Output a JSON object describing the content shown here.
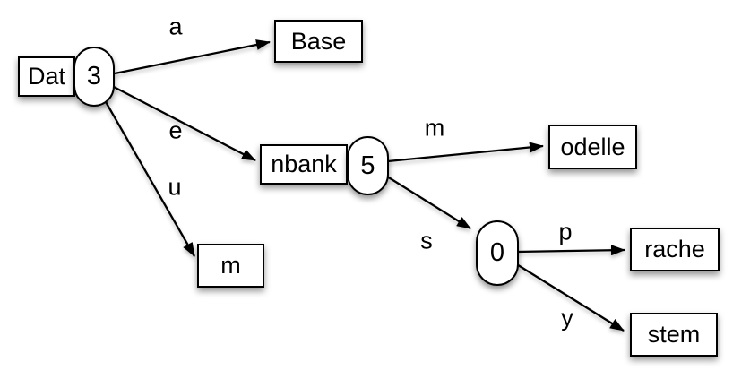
{
  "diagram": {
    "kind": "radix-trie",
    "colors": {
      "background": "#ffffff",
      "node_fill": "#ffffff",
      "stroke": "#000000"
    },
    "nodes": [
      {
        "id": "dat",
        "label": "Dat",
        "shape": "rect"
      },
      {
        "id": "count-3",
        "label": "3",
        "shape": "oval"
      },
      {
        "id": "base",
        "label": "Base",
        "shape": "rect"
      },
      {
        "id": "nbank",
        "label": "nbank",
        "shape": "rect"
      },
      {
        "id": "count-5",
        "label": "5",
        "shape": "oval"
      },
      {
        "id": "m",
        "label": "m",
        "shape": "rect"
      },
      {
        "id": "odelle",
        "label": "odelle",
        "shape": "rect"
      },
      {
        "id": "count-0",
        "label": "0",
        "shape": "oval"
      },
      {
        "id": "rache",
        "label": "rache",
        "shape": "rect"
      },
      {
        "id": "stem",
        "label": "stem",
        "shape": "rect"
      }
    ],
    "edges": [
      {
        "label": "a",
        "from": "count-3",
        "to": "base"
      },
      {
        "label": "e",
        "from": "count-3",
        "to": "nbank"
      },
      {
        "label": "u",
        "from": "count-3",
        "to": "m"
      },
      {
        "label": "m",
        "from": "count-5",
        "to": "odelle"
      },
      {
        "label": "s",
        "from": "count-5",
        "to": "count-0"
      },
      {
        "label": "p",
        "from": "count-0",
        "to": "rache"
      },
      {
        "label": "y",
        "from": "count-0",
        "to": "stem"
      }
    ]
  }
}
